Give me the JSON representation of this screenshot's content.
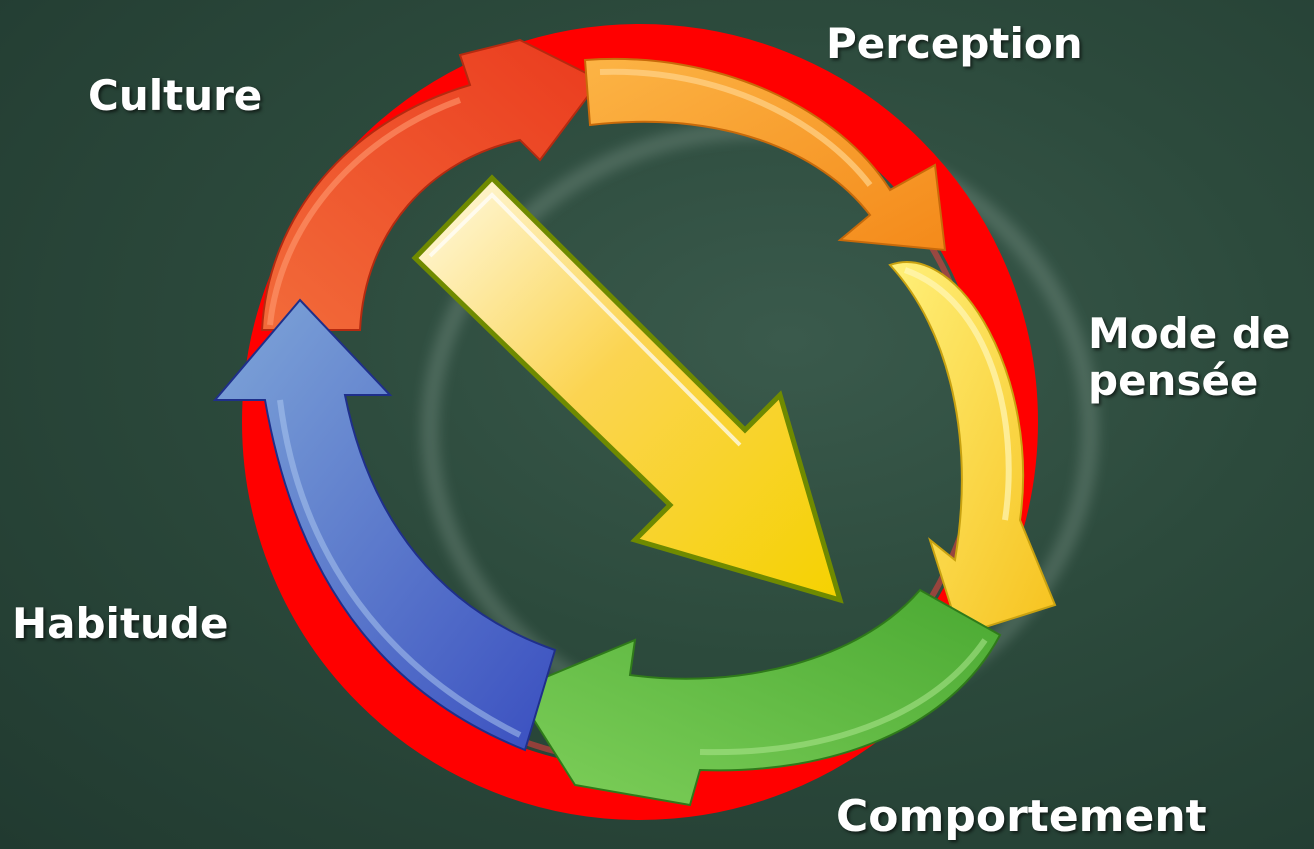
{
  "labels": {
    "culture": "Culture",
    "perception": "Perception",
    "mode_line1": "Mode de",
    "mode_line2": "pensée",
    "habitude": "Habitude",
    "comportement": "Comportement"
  },
  "colors": {
    "background": "#2c4a3c",
    "ring": "#ff0000",
    "culture_arrow": "#ee4a22",
    "perception_arrow": "#f8a427",
    "mode_arrow": "#fbd93a",
    "comportement_arrow": "#5cbd3e",
    "habitude_arrow": "#4a6fc8",
    "center_arrow": "#f7d21f"
  }
}
